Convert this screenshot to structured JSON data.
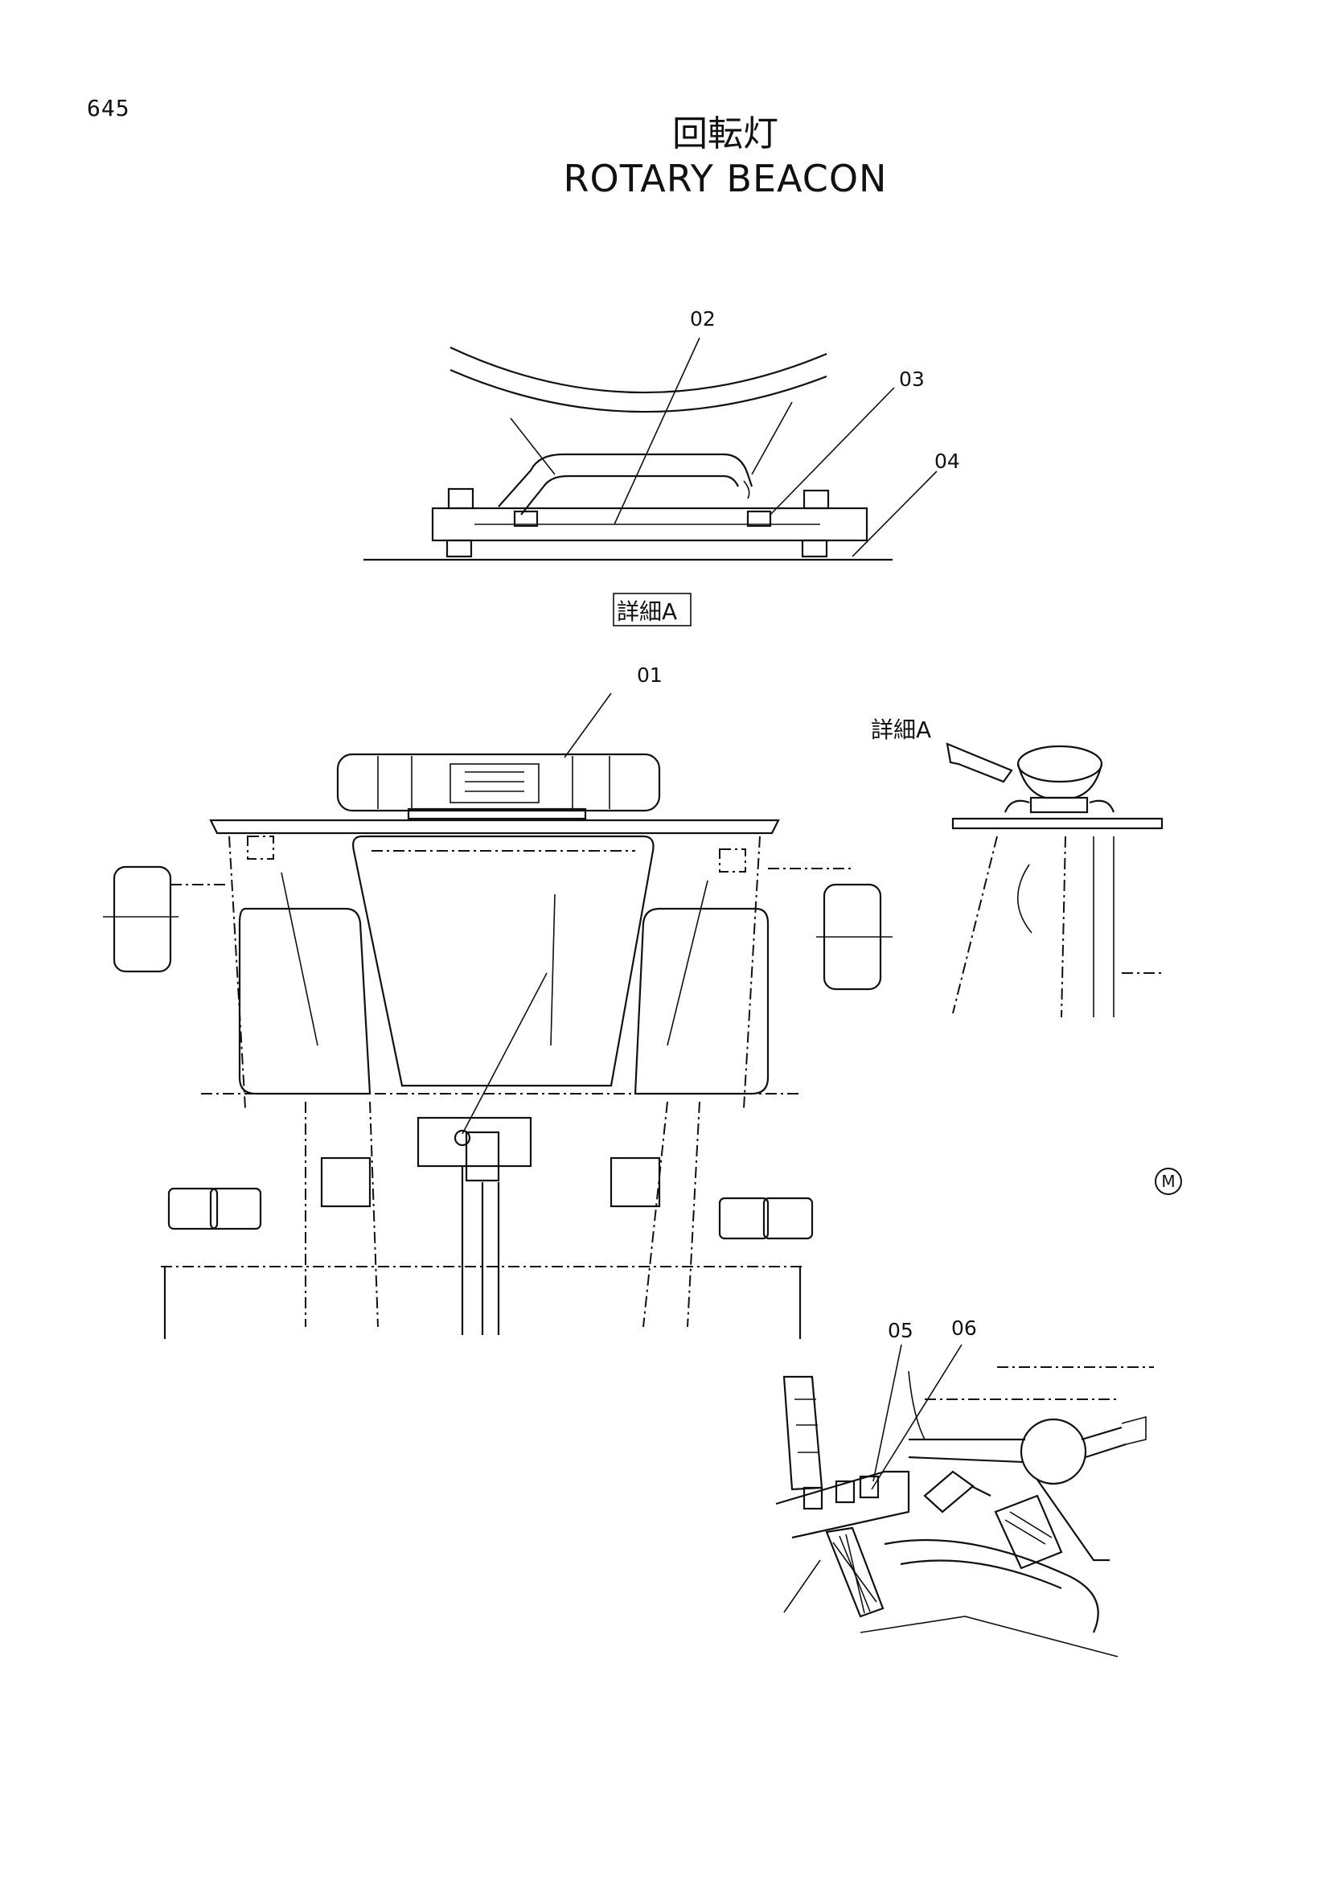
{
  "page": {
    "number": "645"
  },
  "title": {
    "japanese": "回転灯",
    "english": "ROTARY BEACON"
  },
  "detail_label": "詳細A",
  "callouts": [
    "01",
    "02",
    "03",
    "04",
    "05",
    "06"
  ],
  "manufacturer_mark": "M"
}
